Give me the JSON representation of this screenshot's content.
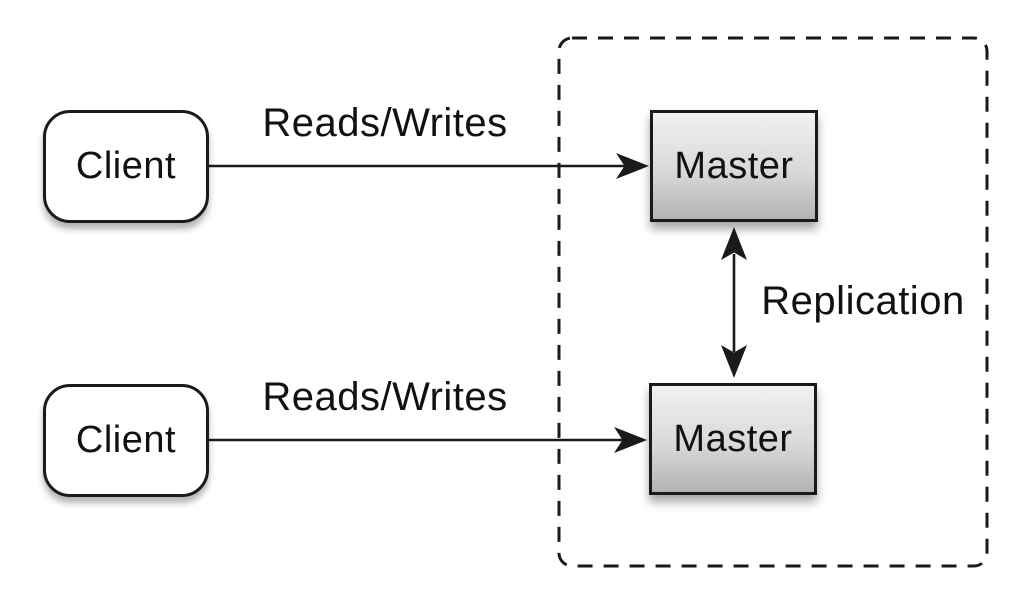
{
  "diagram": {
    "kind": "architecture-diagram",
    "description": "Two clients performing reads/writes against two master databases that replicate to each other inside a dashed boundary",
    "nodes": {
      "client_top": {
        "label": "Client",
        "shape": "rounded-rectangle",
        "fill": "white"
      },
      "client_bottom": {
        "label": "Client",
        "shape": "rounded-rectangle",
        "fill": "white"
      },
      "master_top": {
        "label": "Master",
        "shape": "rectangle",
        "fill": "gray-gradient"
      },
      "master_bottom": {
        "label": "Master",
        "shape": "rectangle",
        "fill": "gray-gradient"
      }
    },
    "edges": {
      "reads_writes_top": {
        "label": "Reads/Writes",
        "from": "client_top",
        "to": "master_top",
        "arrowheads": "end"
      },
      "reads_writes_bottom": {
        "label": "Reads/Writes",
        "from": "client_bottom",
        "to": "master_bottom",
        "arrowheads": "end"
      },
      "replication": {
        "label": "Replication",
        "from": "master_top",
        "to": "master_bottom",
        "arrowheads": "both"
      }
    },
    "boundary": {
      "style": "dashed-rounded-rectangle",
      "contains": [
        "master_top",
        "master_bottom"
      ]
    },
    "colors": {
      "stroke": "#1a1a1a",
      "background": "#ffffff",
      "client_fill": "#ffffff",
      "master_gradient_top": "#f1f1f1",
      "master_gradient_mid": "#d9d9d9",
      "master_gradient_bottom": "#b3b3b3",
      "text": "#111111"
    }
  }
}
